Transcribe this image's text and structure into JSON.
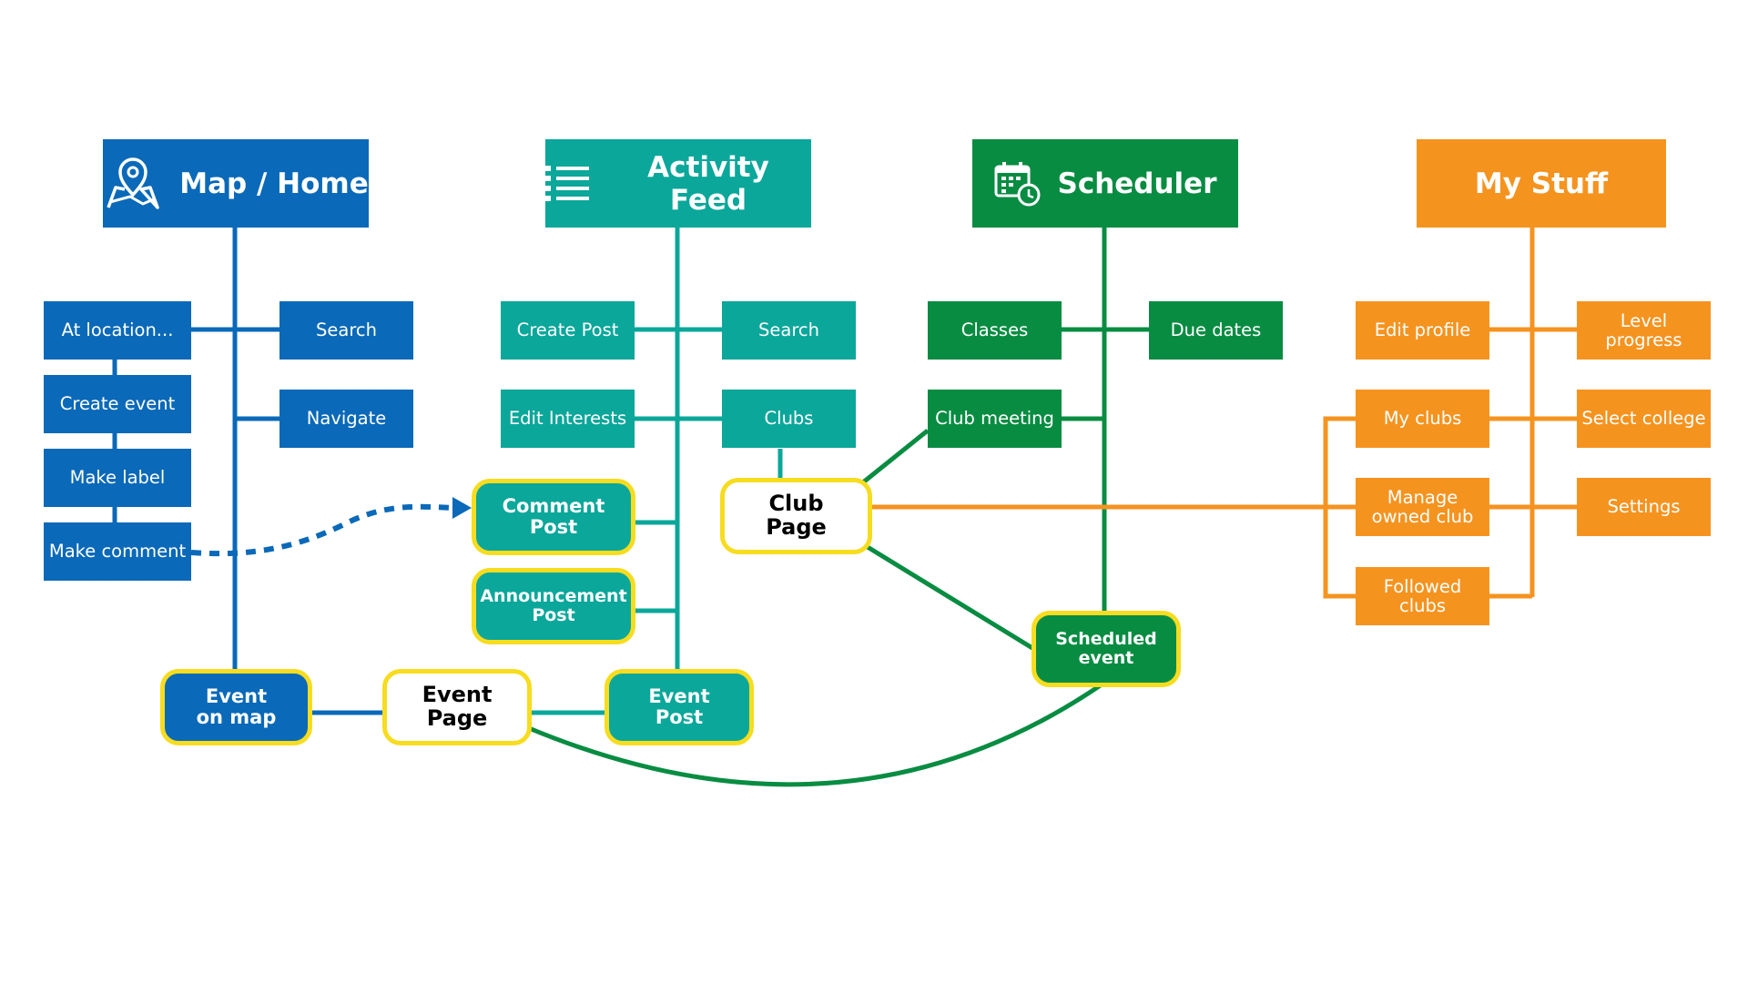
{
  "colors": {
    "map_home": "#0a69b8",
    "activity_feed": "#0aa79a",
    "scheduler": "#088c42",
    "my_stuff": "#f5931f",
    "highlight_border": "#f7dc1f"
  },
  "headers": {
    "map_home": {
      "label": "Map / Home",
      "icon": "map-pin-icon"
    },
    "activity_feed": {
      "label": "Activity Feed",
      "icon": "list-icon"
    },
    "scheduler": {
      "label": "Scheduler",
      "icon": "calendar-clock-icon"
    },
    "my_stuff": {
      "label": "My Stuff"
    }
  },
  "map_home": {
    "at_location": "At location...",
    "create_event": "Create event",
    "make_label": "Make label",
    "make_comment": "Make comment",
    "search": "Search",
    "navigate": "Navigate",
    "event_on_map": "Event\non map"
  },
  "activity_feed": {
    "create_post": "Create Post",
    "search": "Search",
    "edit_interests": "Edit Interests",
    "clubs": "Clubs",
    "comment_post": "Comment\nPost",
    "announcement_post": "Announcement\nPost",
    "event_post": "Event\nPost"
  },
  "shared": {
    "event_page": "Event\nPage",
    "club_page": "Club\nPage"
  },
  "scheduler": {
    "classes": "Classes",
    "due_dates": "Due dates",
    "club_meeting": "Club meeting",
    "scheduled_event": "Scheduled\nevent"
  },
  "my_stuff": {
    "edit_profile": "Edit profile",
    "level_progress": "Level progress",
    "my_clubs": "My clubs",
    "select_college": "Select college",
    "manage_owned_club": "Manage owned club",
    "settings": "Settings",
    "followed_clubs": "Followed clubs"
  }
}
